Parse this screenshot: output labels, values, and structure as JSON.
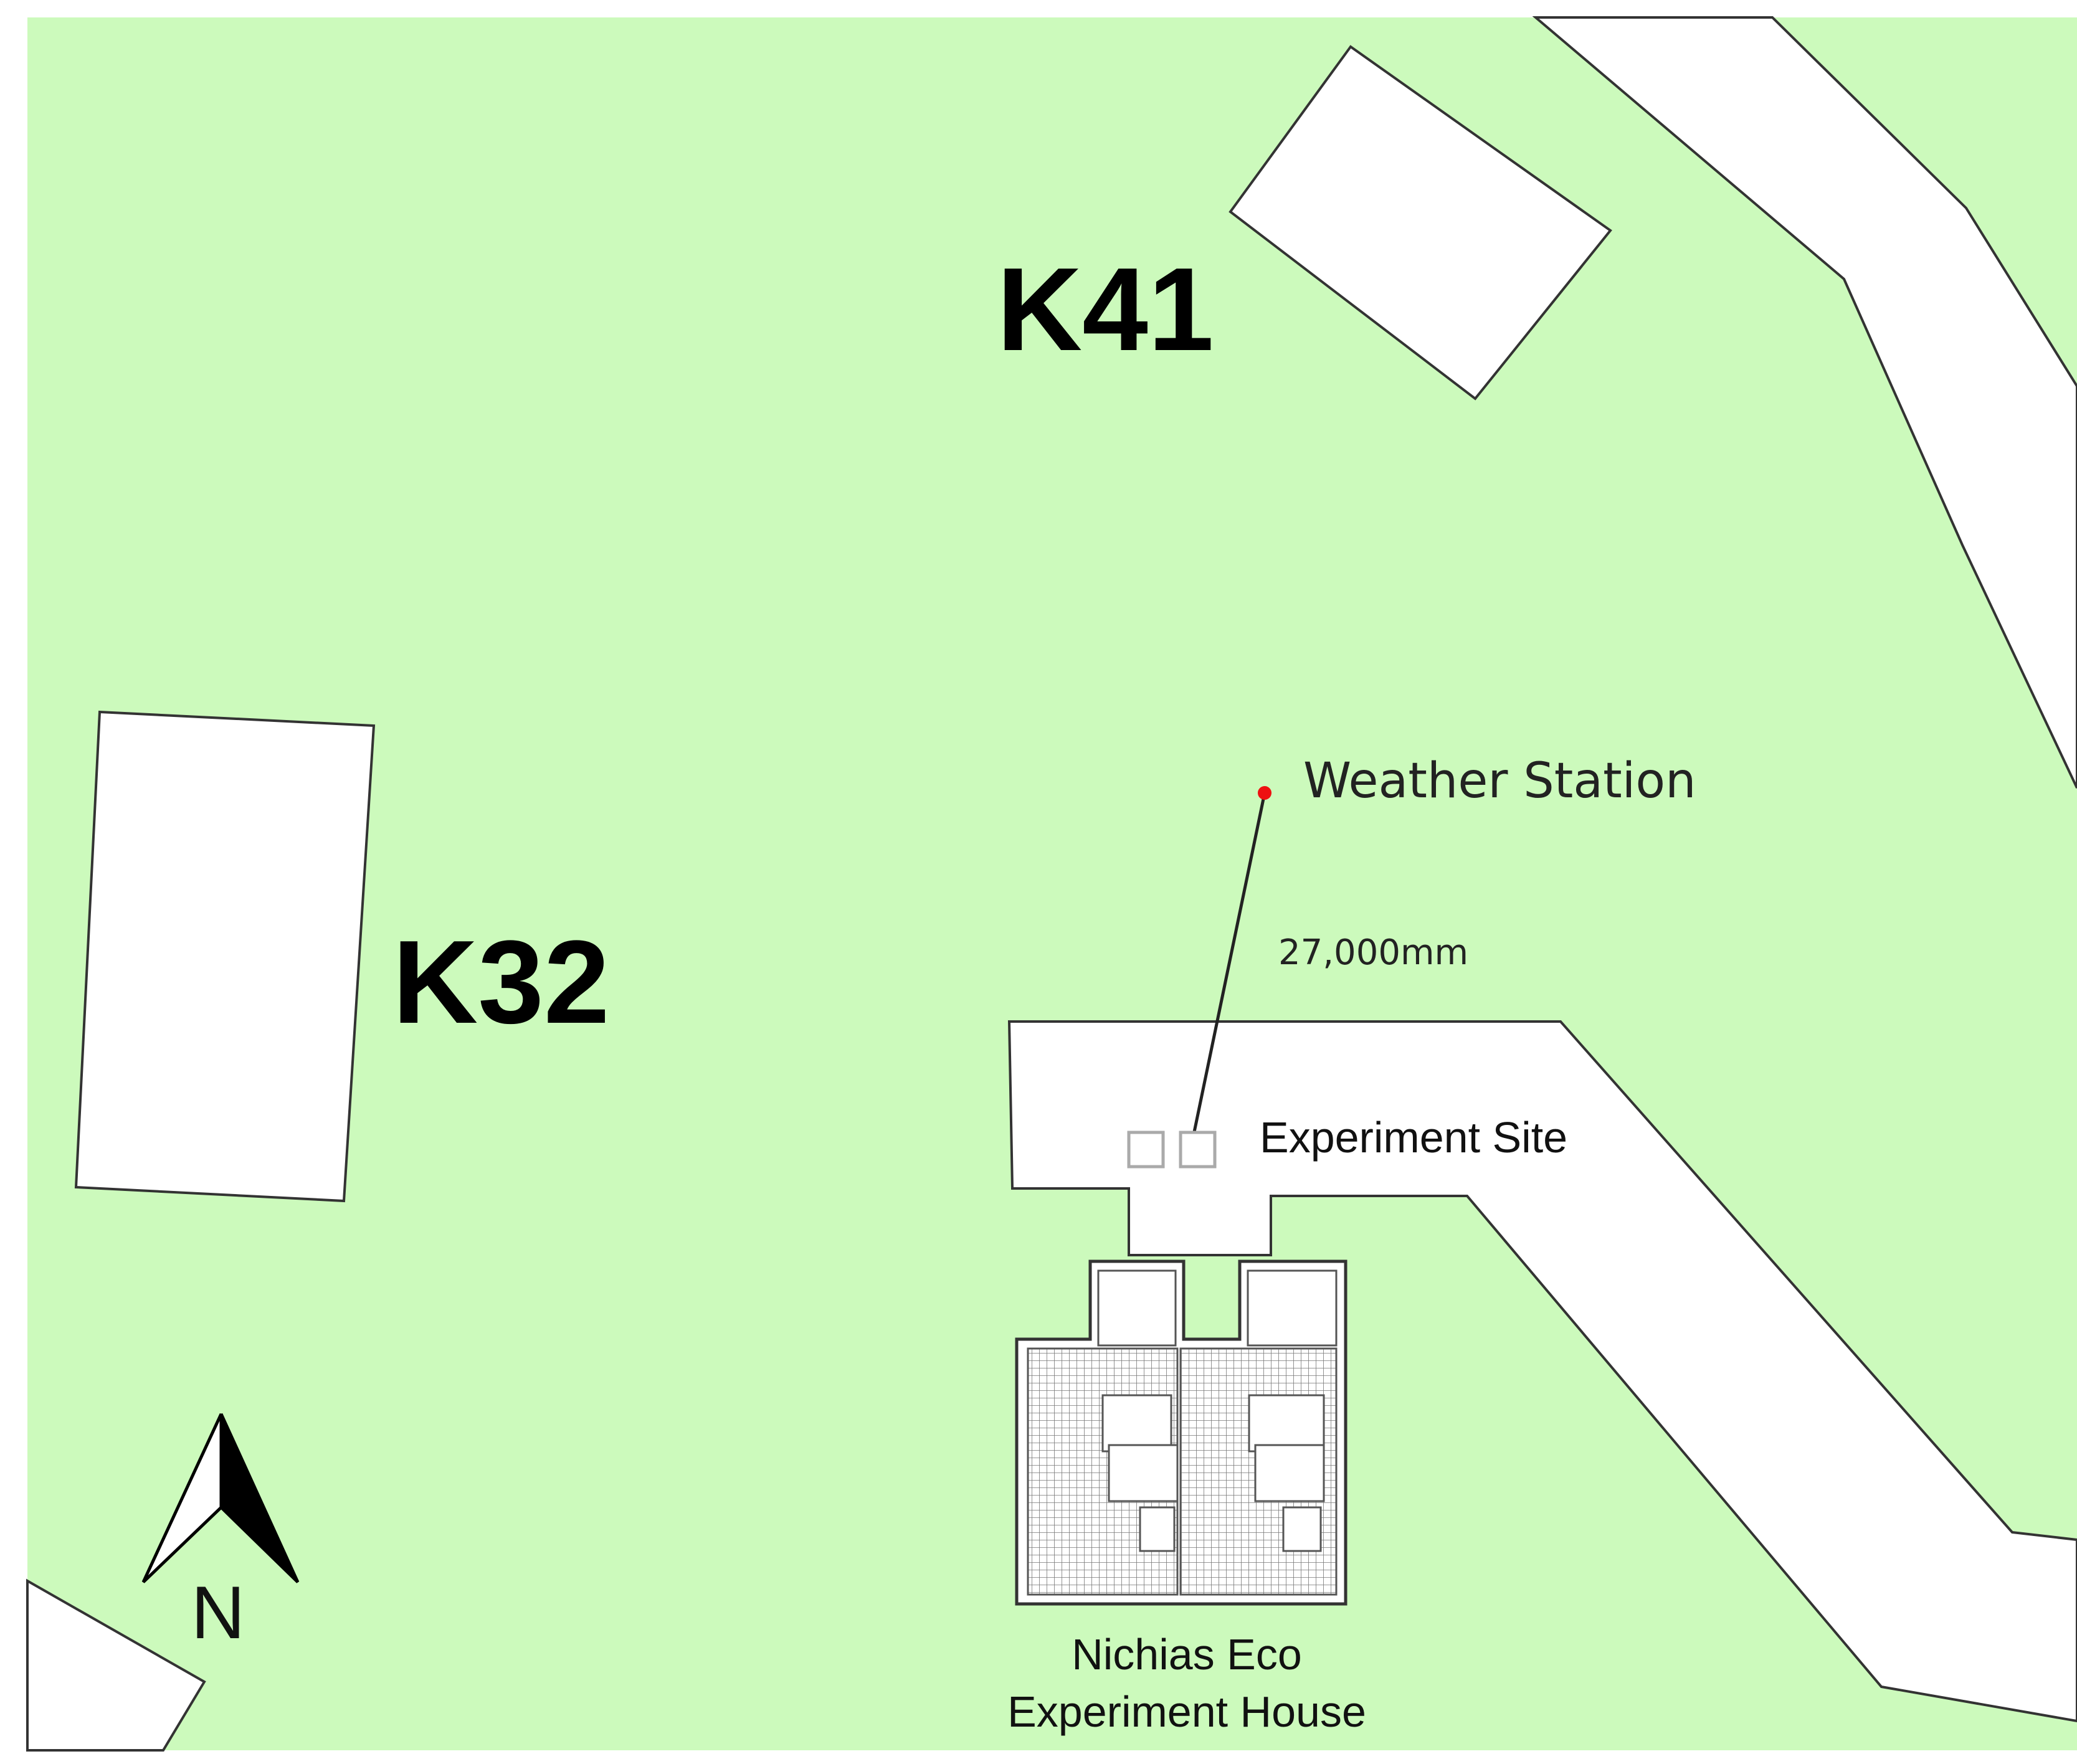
{
  "map": {
    "background_color": "#ccfabc",
    "features": {
      "building_k41": {
        "label": "K41"
      },
      "building_k32": {
        "label": "K32"
      },
      "weather_station": {
        "label": "Weather Station",
        "marker_color": "#ee1111"
      },
      "distance_line": {
        "label": "27,000mm"
      },
      "experiment_site": {
        "label": "Experiment Site"
      },
      "experiment_house": {
        "label_line1": "Nichias Eco",
        "label_line2": "Experiment House"
      }
    },
    "north_arrow": {
      "label": "N",
      "icon": "north-arrow-icon"
    }
  }
}
